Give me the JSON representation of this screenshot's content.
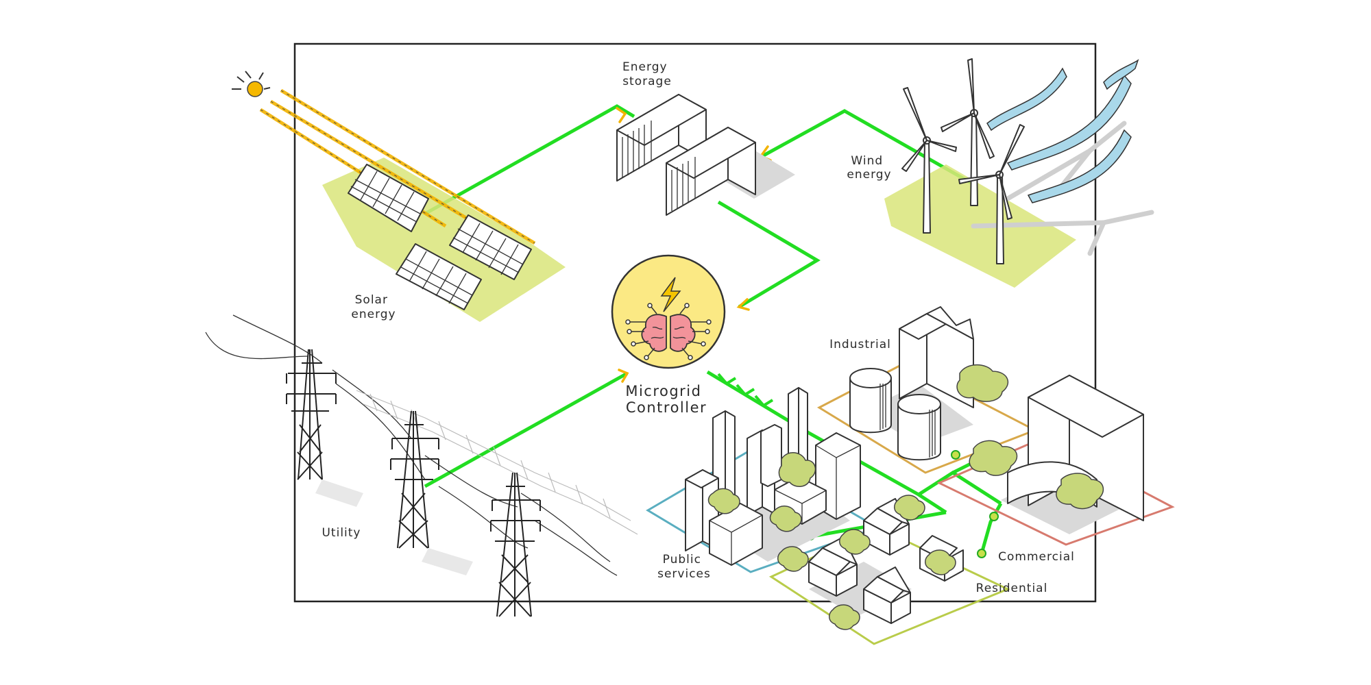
{
  "labels": {
    "energy_storage": [
      "Energy",
      "storage"
    ],
    "wind_energy": [
      "Wind",
      "energy"
    ],
    "solar_energy": [
      "Solar",
      "energy"
    ],
    "industrial": "Industrial",
    "controller": [
      "Microgrid",
      "Controller"
    ],
    "utility": "Utility",
    "public_services": [
      "Public",
      "services"
    ],
    "commercial": "Commercial",
    "residential": "Residential"
  },
  "colors": {
    "flow_line": "#22dd22",
    "arrow": "#f2b300",
    "controller_fill": "#fbe984",
    "sun": "#f5b800",
    "wind_ribbon": "#a9d8ea",
    "zone_public": "#5aaec0",
    "zone_industrial": "#d8a84a",
    "zone_commercial": "#d77a6e",
    "zone_residential": "#b9cc4a"
  },
  "icons": [
    "sun-icon",
    "brain-icon",
    "lightning-bolt-icon",
    "wind-turbine-icon",
    "solar-panel-icon",
    "battery-cabinet-icon",
    "transmission-tower-icon",
    "building-icon",
    "house-icon",
    "tree-icon"
  ]
}
